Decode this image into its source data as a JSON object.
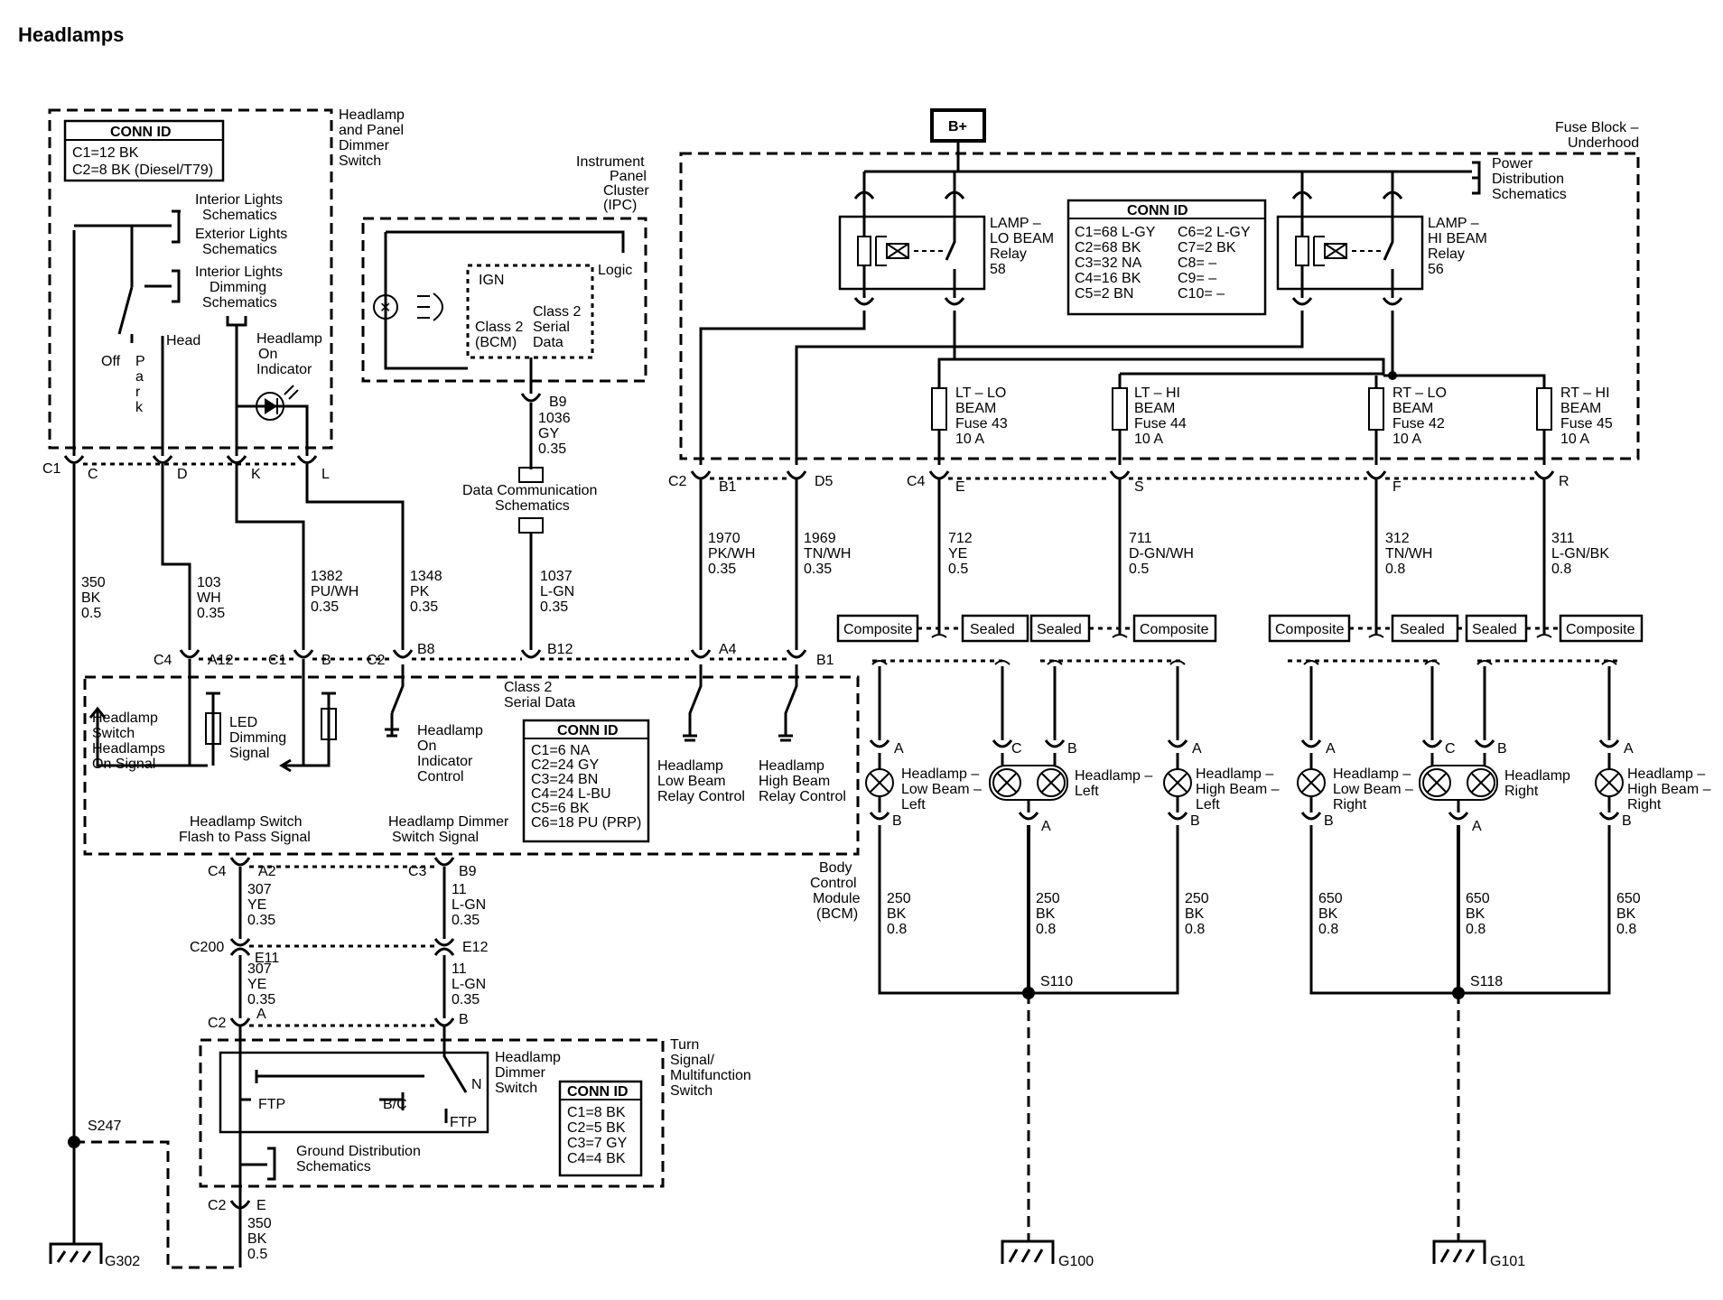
{
  "title": "Headlamps",
  "dimmer_switch_module": {
    "name": "Headlamp and Panel Dimmer Switch",
    "conn_id": {
      "header": "CONN ID",
      "rows": [
        "C1=12 BK",
        "C2=8 BK (Diesel/T79)"
      ]
    },
    "refs": {
      "interior_ext": [
        "Interior Lights",
        "Schematics",
        "Exterior Lights",
        "Schematics"
      ],
      "dimming": [
        "Interior Lights",
        "Dimming",
        "Schematics"
      ]
    },
    "positions": {
      "off": "Off",
      "park": "Park",
      "head": "Head"
    },
    "indicator": [
      "Headlamp",
      "On",
      "Indicator"
    ],
    "connector": "C1",
    "pins": [
      "C",
      "D",
      "K",
      "L"
    ]
  },
  "ipc": {
    "name": [
      "Instrument",
      "Panel",
      "Cluster",
      "(IPC)"
    ],
    "logic": "Logic",
    "ign": "IGN",
    "class2_bcm": [
      "Class 2",
      "(BCM)"
    ],
    "class2_serial": [
      "Class 2",
      "Serial",
      "Data"
    ],
    "pin": "B9",
    "wire": [
      "1036",
      "GY",
      "0.35"
    ]
  },
  "data_comm": [
    "Data Communication",
    "Schematics"
  ],
  "wires_left": [
    {
      "circuit": "350",
      "color": "BK",
      "gauge": "0.5"
    },
    {
      "circuit": "103",
      "color": "WH",
      "gauge": "0.35"
    },
    {
      "circuit": "1382",
      "color": "PU/WH",
      "gauge": "0.35"
    },
    {
      "circuit": "1348",
      "color": "PK",
      "gauge": "0.35"
    },
    {
      "circuit": "1037",
      "color": "L-GN",
      "gauge": "0.35"
    }
  ],
  "bcm": {
    "name": [
      "Body",
      "Control",
      "Module",
      "(BCM)"
    ],
    "top_pins": [
      {
        "conn": "C4",
        "pin": "A12"
      },
      {
        "conn": "C1",
        "pin": "B"
      },
      {
        "conn": "C2",
        "pin": "B8"
      },
      {
        "conn": "",
        "pin": "B12"
      },
      {
        "conn": "",
        "pin": "A4"
      },
      {
        "conn": "",
        "pin": "B1"
      }
    ],
    "labels": {
      "hs_on": [
        "Headlamp",
        "Switch",
        "Headlamps",
        "On Signal"
      ],
      "led": [
        "LED",
        "Dimming",
        "Signal"
      ],
      "ind_ctrl": [
        "Headlamp",
        "On",
        "Indicator",
        "Control"
      ],
      "class2": [
        "Class 2",
        "Serial Data"
      ],
      "lo_ctrl": [
        "Headlamp",
        "Low Beam",
        "Relay Control"
      ],
      "hi_ctrl": [
        "Headlamp",
        "High Beam",
        "Relay Control"
      ],
      "flash": [
        "Headlamp Switch",
        "Flash to Pass Signal"
      ],
      "dim_sig": [
        "Headlamp Dimmer",
        "Switch Signal"
      ]
    },
    "conn_id": {
      "header": "CONN ID",
      "rows": [
        "C1=6 NA",
        "C2=24 GY",
        "C3=24 BN",
        "C4=24 L-BU",
        "C5=6 BK",
        "C6=18 PU (PRP)"
      ]
    },
    "bottom_pins": [
      {
        "conn": "C4",
        "pin": "A2"
      },
      {
        "conn": "C3",
        "pin": "B9"
      }
    ]
  },
  "lower_wires": {
    "w307a": [
      "307",
      "YE",
      "0.35"
    ],
    "w11a": [
      "11",
      "L-GN",
      "0.35"
    ],
    "c200": "C200",
    "e11": "E11",
    "e12": "E12",
    "w307b": [
      "307",
      "YE",
      "0.35"
    ],
    "w11b": [
      "11",
      "L-GN",
      "0.35"
    ],
    "c2": "C2",
    "pin_a": "A",
    "pin_b": "B"
  },
  "turn_signal": {
    "name": [
      "Turn",
      "Signal/",
      "Multifunction",
      "Switch"
    ],
    "dimmer": [
      "Headlamp",
      "Dimmer",
      "Switch"
    ],
    "ftp": "FTP",
    "bc": "B/C",
    "n": "N",
    "ground_ref": [
      "Ground Distribution",
      "Schematics"
    ],
    "conn_id": {
      "header": "CONN ID",
      "rows": [
        "C1=8 BK",
        "C2=5 BK",
        "C3=7 GY",
        "C4=4 BK"
      ]
    },
    "bottom_conn": "C2",
    "bottom_pin": "E",
    "bottom_wire": [
      "350",
      "BK",
      "0.5"
    ]
  },
  "grounds": {
    "s247": "S247",
    "g302": "G302",
    "g100": "G100",
    "g101": "G101",
    "s110": "S110",
    "s118": "S118"
  },
  "fuse_block": {
    "name": [
      "Fuse Block –",
      "Underhood"
    ],
    "bplus": "B+",
    "power_ref": [
      "Power",
      "Distribution",
      "Schematics"
    ],
    "lo_relay": [
      "LAMP –",
      "LO BEAM",
      "Relay",
      "58"
    ],
    "hi_relay": [
      "LAMP –",
      "HI BEAM",
      "Relay",
      "56"
    ],
    "conn_id": {
      "header": "CONN ID",
      "left": [
        "C1=68 L-GY",
        "C2=68 BK",
        "C3=32 NA",
        "C4=16 BK",
        "C5=2 BN"
      ],
      "right": [
        "C6=2 L-GY",
        "C7=2 BK",
        "C8= –",
        "C9= –",
        "C10= –"
      ]
    },
    "fuses": [
      [
        "LT – LO",
        "BEAM",
        "Fuse 43",
        "10 A"
      ],
      [
        "LT – HI",
        "BEAM",
        "Fuse 44",
        "10 A"
      ],
      [
        "RT – LO",
        "BEAM",
        "Fuse 42",
        "10 A"
      ],
      [
        "RT – HI",
        "BEAM",
        "Fuse 45",
        "10 A"
      ]
    ],
    "pins_c2": {
      "conn": "C2",
      "b1": "B1",
      "d5": "D5"
    },
    "pins_c4": {
      "conn": "C4",
      "e": "E",
      "s": "S",
      "f": "F",
      "r": "R"
    }
  },
  "relay_wires": [
    {
      "circuit": "1970",
      "color": "PK/WH",
      "gauge": "0.35"
    },
    {
      "circuit": "1969",
      "color": "TN/WH",
      "gauge": "0.35"
    }
  ],
  "lamp_feed_wires": [
    {
      "circuit": "712",
      "color": "YE",
      "gauge": "0.5"
    },
    {
      "circuit": "711",
      "color": "D-GN/WH",
      "gauge": "0.5"
    },
    {
      "circuit": "312",
      "color": "TN/WH",
      "gauge": "0.8"
    },
    {
      "circuit": "311",
      "color": "L-GN/BK",
      "gauge": "0.8"
    }
  ],
  "variant_boxes": [
    "Composite",
    "Sealed",
    "Sealed",
    "Composite",
    "Composite",
    "Sealed",
    "Sealed",
    "Composite"
  ],
  "lamps": {
    "lo_left": [
      "Headlamp –",
      "Low Beam –",
      "Left"
    ],
    "left": [
      "Headlamp –",
      "Left"
    ],
    "hi_left": [
      "Headlamp –",
      "High Beam –",
      "Left"
    ],
    "lo_right": [
      "Headlamp –",
      "Low Beam –",
      "Right"
    ],
    "right": [
      "Headlamp",
      "Right"
    ],
    "hi_right": [
      "Headlamp –",
      "High Beam –",
      "Right"
    ],
    "pins": {
      "a": "A",
      "b": "B",
      "c": "C"
    }
  },
  "ground_wires": [
    [
      "250",
      "BK",
      "0.8"
    ],
    [
      "250",
      "BK",
      "0.8"
    ],
    [
      "250",
      "BK",
      "0.8"
    ],
    [
      "650",
      "BK",
      "0.8"
    ],
    [
      "650",
      "BK",
      "0.8"
    ],
    [
      "650",
      "BK",
      "0.8"
    ]
  ]
}
